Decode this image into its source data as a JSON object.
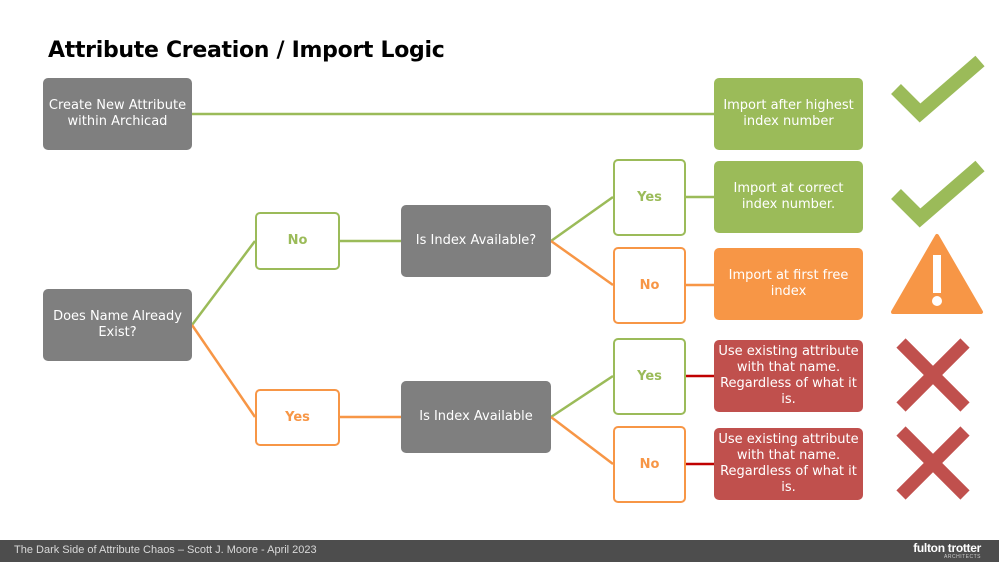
{
  "title": "Attribute Creation / Import Logic",
  "colors": {
    "gray": "#7f7f7f",
    "green": "#9bbb59",
    "orange": "#f79646",
    "red": "#c0504d",
    "dark_red_line": "#c00000"
  },
  "nodes": {
    "create_new": "Create New Attribute within Archicad",
    "name_exists": "Does Name Already Exist?",
    "branch_no": "No",
    "branch_yes": "Yes",
    "index_q1": "Is Index Available?",
    "index_q2": "Is Index Available",
    "q1_yes": "Yes",
    "q1_no": "No",
    "q2_yes": "Yes",
    "q2_no": "No"
  },
  "outcomes": {
    "highest": "Import after highest index number",
    "correct": "Import at correct index number.",
    "first_free": "Import at first free index",
    "existing_1": "Use existing attribute with that name. Regardless of what it is.",
    "existing_2": "Use existing attribute with that name. Regardless of what it is."
  },
  "status_icons": [
    "check-icon",
    "check-icon",
    "warning-icon",
    "x-icon",
    "x-icon"
  ],
  "footer": {
    "text": "The Dark Side of Attribute Chaos – Scott J. Moore - April 2023",
    "logo_main": "fulton trotter",
    "logo_sub": "ARCHITECTS"
  }
}
